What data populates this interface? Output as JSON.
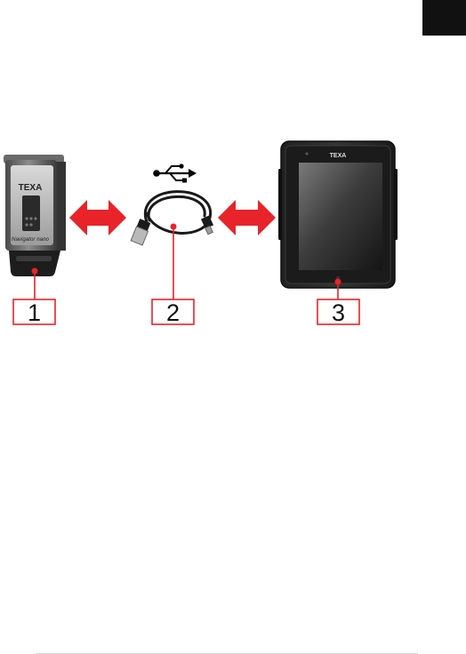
{
  "page": {
    "accent_color": "#e8232a",
    "corner_tab_color": "#111111"
  },
  "device1": {
    "brand": "TEXA",
    "model": "Navigator nano",
    "callout_number": "1"
  },
  "cable": {
    "icon": "usb-symbol-icon",
    "callout_number": "2"
  },
  "device3": {
    "brand": "TEXA",
    "callout_number": "3"
  }
}
